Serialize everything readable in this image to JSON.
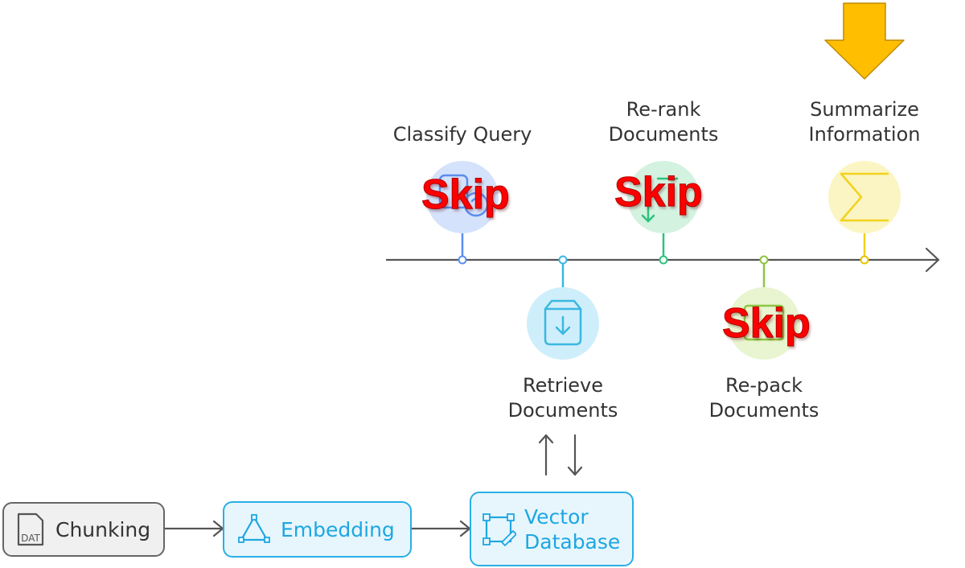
{
  "timeline": {
    "steps": [
      {
        "id": "classify",
        "label_lines": [
          "Classify Query"
        ],
        "skip": "Skip",
        "color": "#5b8def",
        "icon": "query-icon"
      },
      {
        "id": "retrieve",
        "label_lines": [
          "Retrieve",
          "Documents"
        ],
        "skip": "",
        "color": "#3bb8e0",
        "icon": "download-box-icon"
      },
      {
        "id": "rerank",
        "label_lines": [
          "Re-rank",
          "Documents"
        ],
        "skip": "Skip",
        "color": "#2ec27e",
        "icon": "rerank-icon"
      },
      {
        "id": "repack",
        "label_lines": [
          "Re-pack",
          "Documents"
        ],
        "skip": "Skip",
        "color": "#8cc63f",
        "icon": "package-icon"
      },
      {
        "id": "summarize",
        "label_lines": [
          "Summarize",
          "Information"
        ],
        "skip": "",
        "color": "#f2d21b",
        "icon": "sigma-icon"
      }
    ],
    "highlight_arrow": {
      "color": "#ffbf00",
      "icon": "down-arrow-icon"
    }
  },
  "pipeline": {
    "chunking": {
      "label": "Chunking",
      "icon": "dat-file-icon",
      "icon_text": "DAT",
      "color": "#555555"
    },
    "embedding": {
      "label": "Embedding",
      "icon": "triangle-nodes-icon",
      "color": "#1ea7e1"
    },
    "vector_db": {
      "label_lines": [
        "Vector",
        "Database"
      ],
      "icon": "vector-db-icon",
      "color": "#1ea7e1"
    }
  }
}
